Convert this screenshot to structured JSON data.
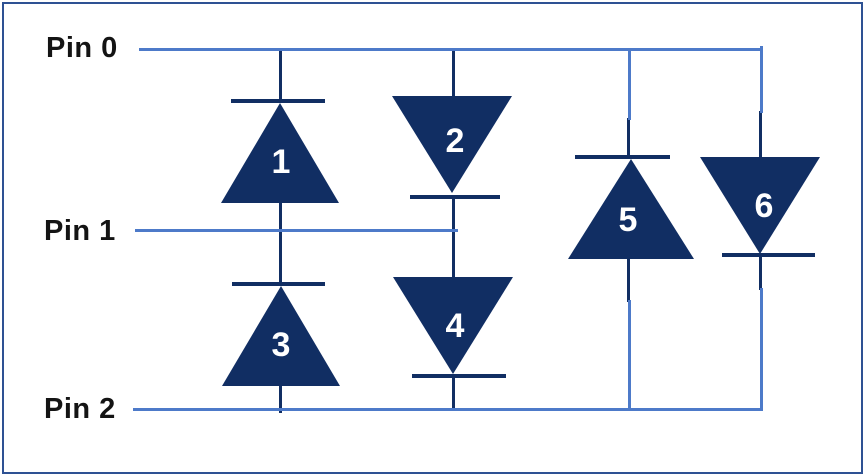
{
  "diagram": {
    "pins": [
      {
        "label": "Pin 0"
      },
      {
        "label": "Pin 1"
      },
      {
        "label": "Pin 2"
      }
    ],
    "diodes": [
      {
        "number": "1",
        "direction": "up",
        "anode": "Pin 1",
        "cathode": "Pin 0"
      },
      {
        "number": "2",
        "direction": "down",
        "anode": "Pin 0",
        "cathode": "Pin 1"
      },
      {
        "number": "3",
        "direction": "up",
        "anode": "Pin 2",
        "cathode": "Pin 1"
      },
      {
        "number": "4",
        "direction": "down",
        "anode": "Pin 1",
        "cathode": "Pin 2"
      },
      {
        "number": "5",
        "direction": "up",
        "anode": "Pin 2",
        "cathode": "Pin 0"
      },
      {
        "number": "6",
        "direction": "down",
        "anode": "Pin 0",
        "cathode": "Pin 2"
      }
    ]
  },
  "colors": {
    "navy": "#112e63",
    "wire": "#4d7ac9",
    "border": "#2e5193",
    "label": "#141414",
    "digit": "#ffffff"
  }
}
